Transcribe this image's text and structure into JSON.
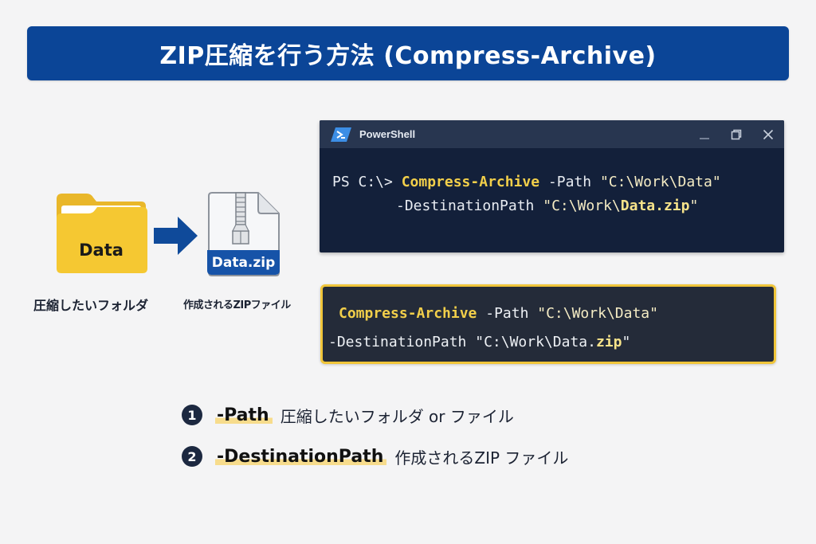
{
  "title": "ZIP圧縮を行う方法 (Compress-Archive)",
  "colors": {
    "title_bg": "#0b4597",
    "ps_bg": "#13203a",
    "ps_titlebar": "#283650",
    "keyword": "#f2cf4a",
    "highlight_border": "#f0c53a",
    "folder": "#f5c832",
    "zip_label_bg": "#1653a8",
    "arrow": "#0f4a9a"
  },
  "diagram": {
    "folder": {
      "icon": "folder-icon",
      "label": "Data",
      "caption": "圧縮したいフォルダ"
    },
    "arrow": {
      "icon": "arrow-right-icon"
    },
    "zip": {
      "icon": "zip-file-icon",
      "label": "Data.zip",
      "caption": "作成されるZIPファイル"
    }
  },
  "powershell": {
    "title": "PowerShell",
    "controls": {
      "minimize": "_",
      "maximize": "❐",
      "close": "✕"
    },
    "line1": {
      "prompt": "PS C:\\> ",
      "cmdlet": "Compress-Archive",
      "param": " -Path ",
      "value": "\"C:\\Work\\Data\""
    },
    "line2": {
      "param": "-DestinationPath ",
      "value_prefix": "\"C:\\Work\\",
      "value_bold": "Data.zip",
      "value_suffix": "\""
    }
  },
  "command_box": {
    "line1": {
      "cmdlet": "Compress-Archive",
      "param": " -Path ",
      "value": "\"C:\\Work\\Data\""
    },
    "line2": {
      "param": "-DestinationPath ",
      "value_prefix": "\"C:\\Work\\Data.",
      "value_bold": "zip",
      "value_suffix": "\""
    }
  },
  "params": [
    {
      "number": "1",
      "name": "-Path",
      "description": "圧縮したいフォルダ or ファイル"
    },
    {
      "number": "2",
      "name": "-DestinationPath",
      "description": "作成されるZIP ファイル"
    }
  ]
}
